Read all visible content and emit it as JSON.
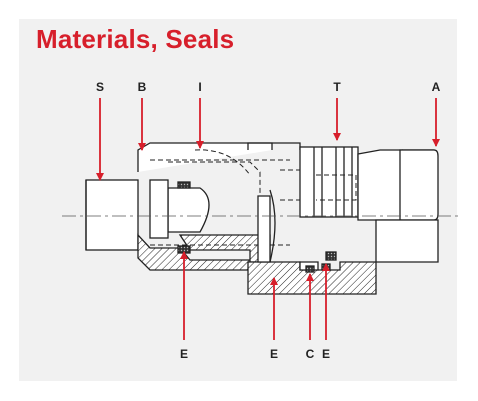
{
  "title": "Materials, Seals",
  "colors": {
    "accent": "#d71f2b",
    "panel": "#f1f1f1",
    "line": "#222222"
  },
  "callouts_top": [
    "S",
    "B",
    "I",
    "T",
    "A"
  ],
  "callouts_bottom": [
    "E",
    "E",
    "C",
    "E"
  ]
}
